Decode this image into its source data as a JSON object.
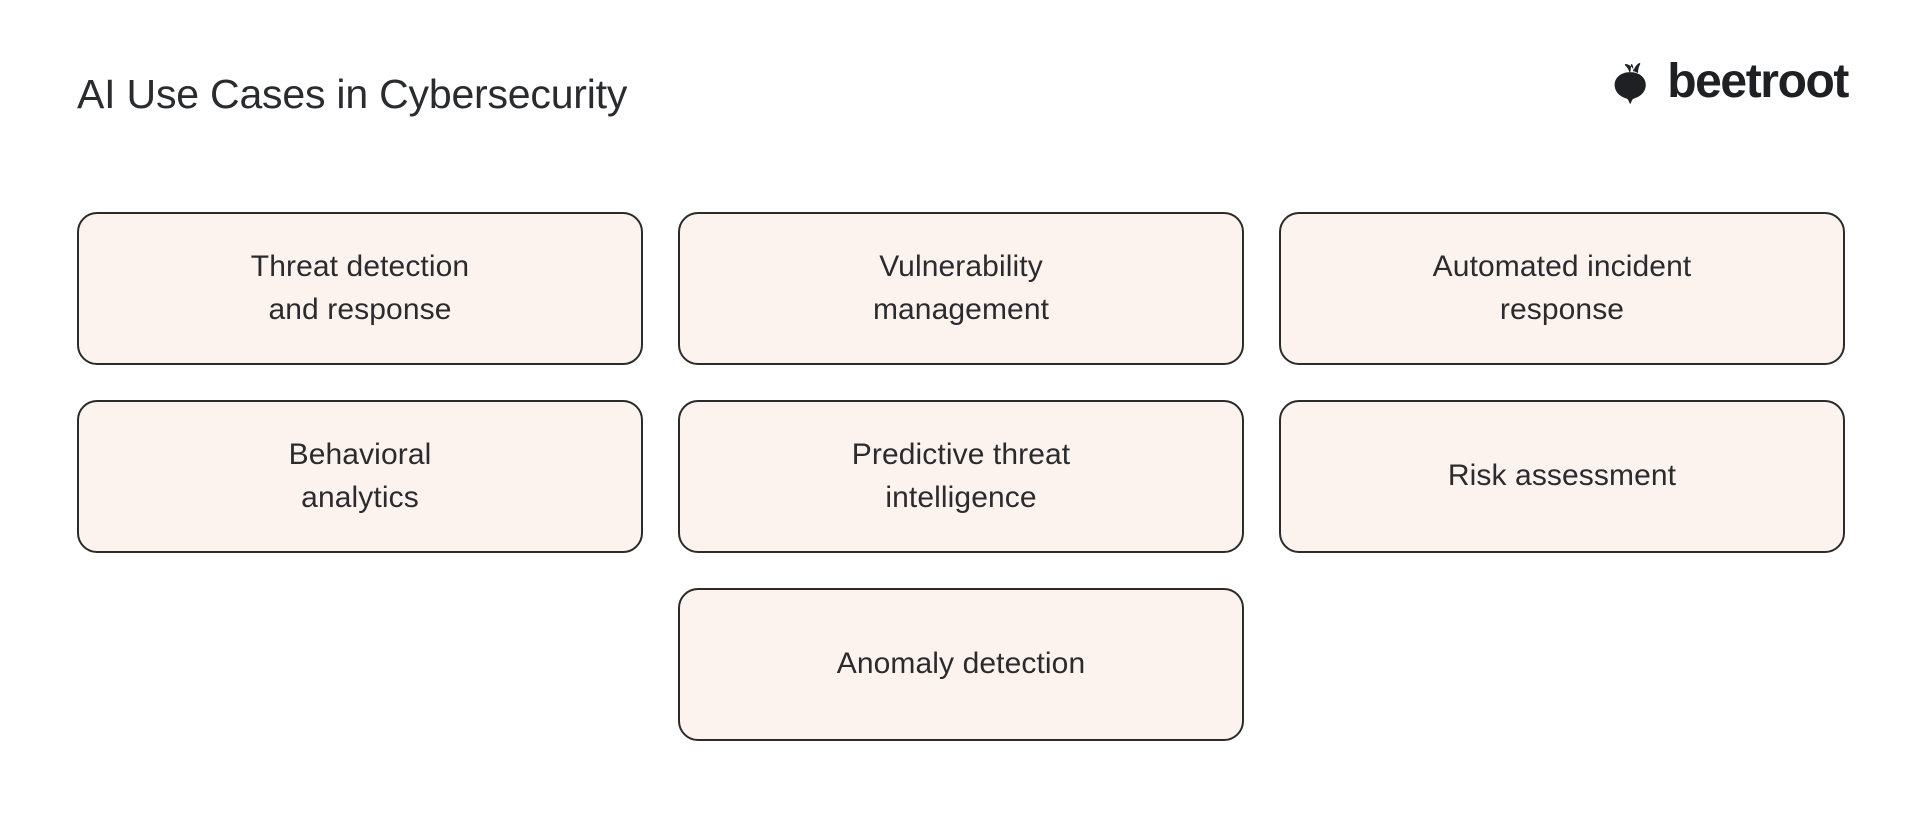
{
  "header": {
    "title": "AI Use Cases in Cybersecurity",
    "brand_name": "beetroot",
    "brand_icon": "beetroot-icon"
  },
  "colors": {
    "background": "#ffffff",
    "card_fill": "#fdf3ee",
    "card_border": "#2b2b2b",
    "text": "#2a2b2f",
    "brand": "#1f2023"
  },
  "grid": {
    "columns": 3,
    "rows": 3,
    "cells": [
      {
        "label": "Threat detection\nand response",
        "empty": false
      },
      {
        "label": "Vulnerability\nmanagement",
        "empty": false
      },
      {
        "label": "Automated incident\nresponse",
        "empty": false
      },
      {
        "label": "Behavioral\nanalytics",
        "empty": false
      },
      {
        "label": "Predictive threat\nintelligence",
        "empty": false
      },
      {
        "label": "Risk assessment",
        "empty": false
      },
      {
        "label": "",
        "empty": true
      },
      {
        "label": "Anomaly detection",
        "empty": false
      },
      {
        "label": "",
        "empty": true
      }
    ]
  }
}
